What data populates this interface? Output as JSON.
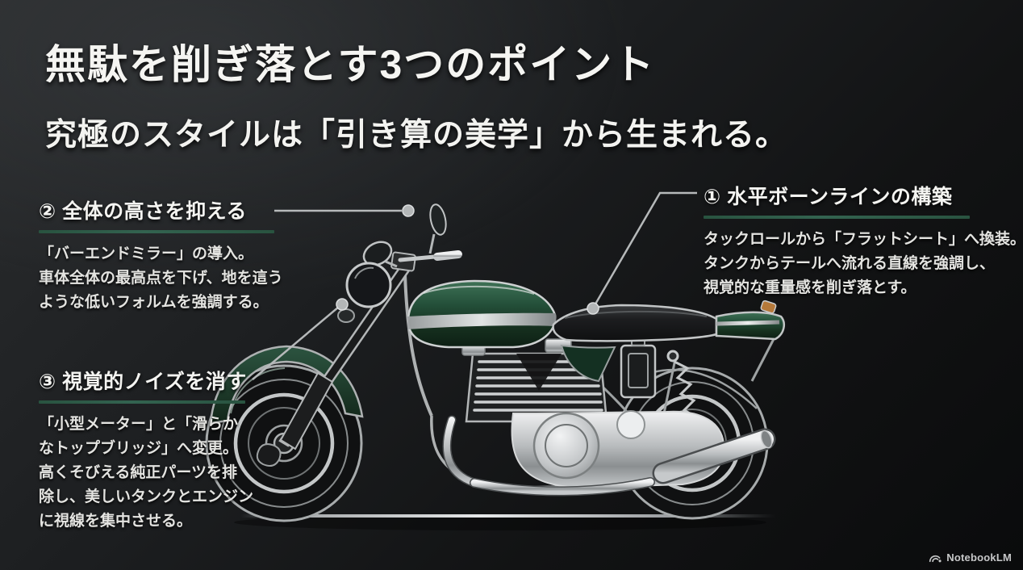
{
  "title": "無駄を削ぎ落とす3つのポイント",
  "subtitle": "究極のスタイルは「引き算の美学」から生まれる。",
  "callouts": [
    {
      "heading": "① 水平ボーンラインの構築",
      "body": [
        "タックロールから「フラットシート」へ換装。",
        "タンクからテールへ流れる直線を強調し、",
        "視覚的な重量感を削ぎ落とす。"
      ]
    },
    {
      "heading": "② 全体の高さを抑える",
      "body": [
        "「バーエンドミラー」の導入。",
        "車体全体の最高点を下げ、地を這う",
        "ような低いフォルムを強調する。"
      ]
    },
    {
      "heading": "③ 視覚的ノイズを消す",
      "body": [
        "「小型メーター」と「滑らか",
        "なトップブリッジ」へ変更。",
        "高くそびえる純正パーツを排",
        "除し、美しいタンクとエンジン",
        "に視線を集中させる。"
      ]
    }
  ],
  "watermark": {
    "label": "NotebookLM",
    "icon": "notebooklm-logo"
  },
  "colors": {
    "background_top": "#2b2d2f",
    "background_bottom": "#0a0b0c",
    "heading_text": "#f4f4f1",
    "body_text": "#e4e4e1",
    "accent_green_underline": "#2d5c47",
    "tank_green": "#24503a",
    "line_silver": "#b6b9ba",
    "seat_black": "#17181a",
    "tail_signal_tan": "#b5793a"
  }
}
